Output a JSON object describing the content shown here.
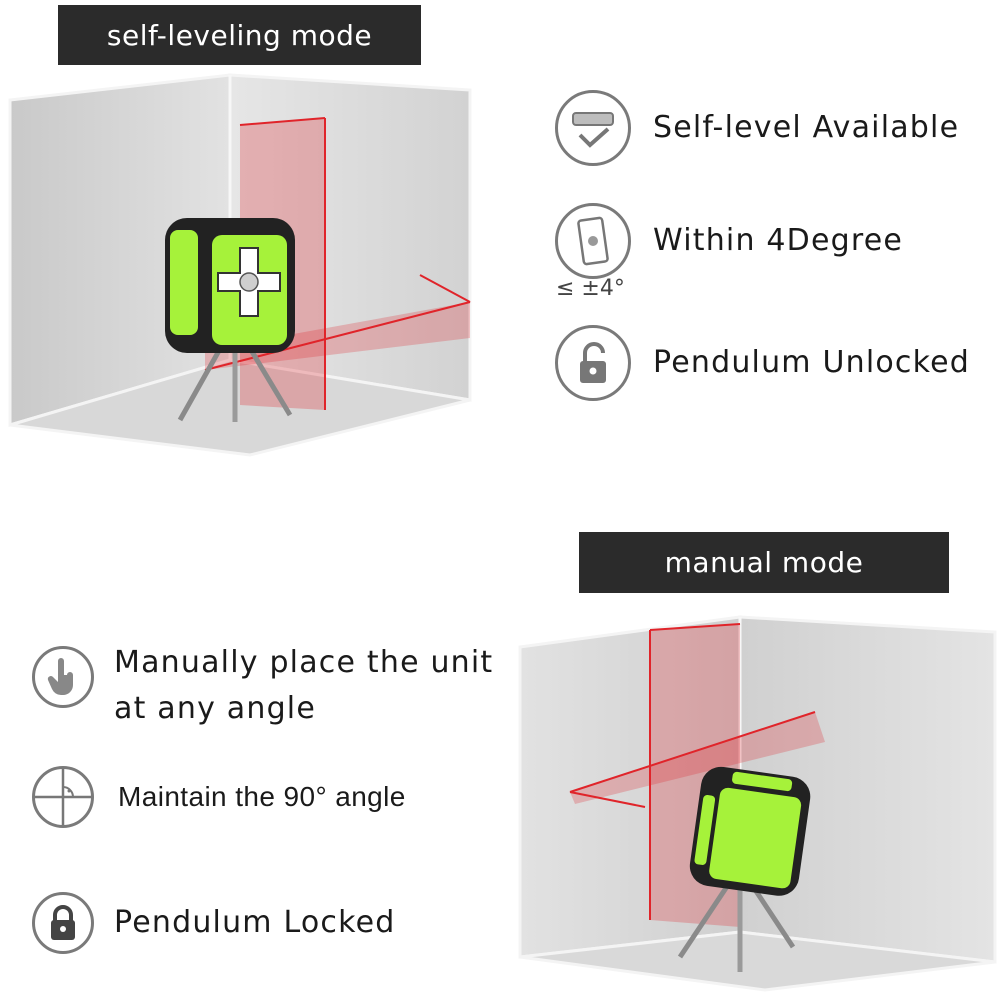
{
  "top": {
    "banner": "self-leveling mode",
    "features": [
      {
        "icon": "level-check-icon",
        "text": "Self-level Available"
      },
      {
        "icon": "tilt-device-icon",
        "text": "Within 4Degree",
        "note": "≤ ±4°"
      },
      {
        "icon": "unlocked-padlock-icon",
        "text": "Pendulum Unlocked"
      }
    ]
  },
  "bottom": {
    "banner": "manual mode",
    "features": [
      {
        "icon": "hand-pointer-icon",
        "line1": "Manually place the unit",
        "line2": "at any angle"
      },
      {
        "icon": "right-angle-icon",
        "text": "Maintain the 90° angle"
      },
      {
        "icon": "locked-padlock-icon",
        "text": "Pendulum Locked"
      }
    ]
  },
  "colors": {
    "banner_bg": "#2b2b2b",
    "laser_red": "#e0242a",
    "device_green": "#a6f23a",
    "device_body": "#222222"
  }
}
